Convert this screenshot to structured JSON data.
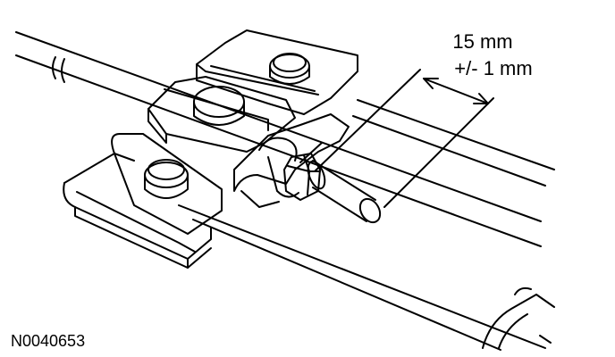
{
  "diagram": {
    "dimension": {
      "value": "15 mm",
      "tolerance": "+/- 1 mm"
    },
    "figure_id": "N0040653"
  },
  "colors": {
    "line": "#000000",
    "background": "#ffffff"
  }
}
